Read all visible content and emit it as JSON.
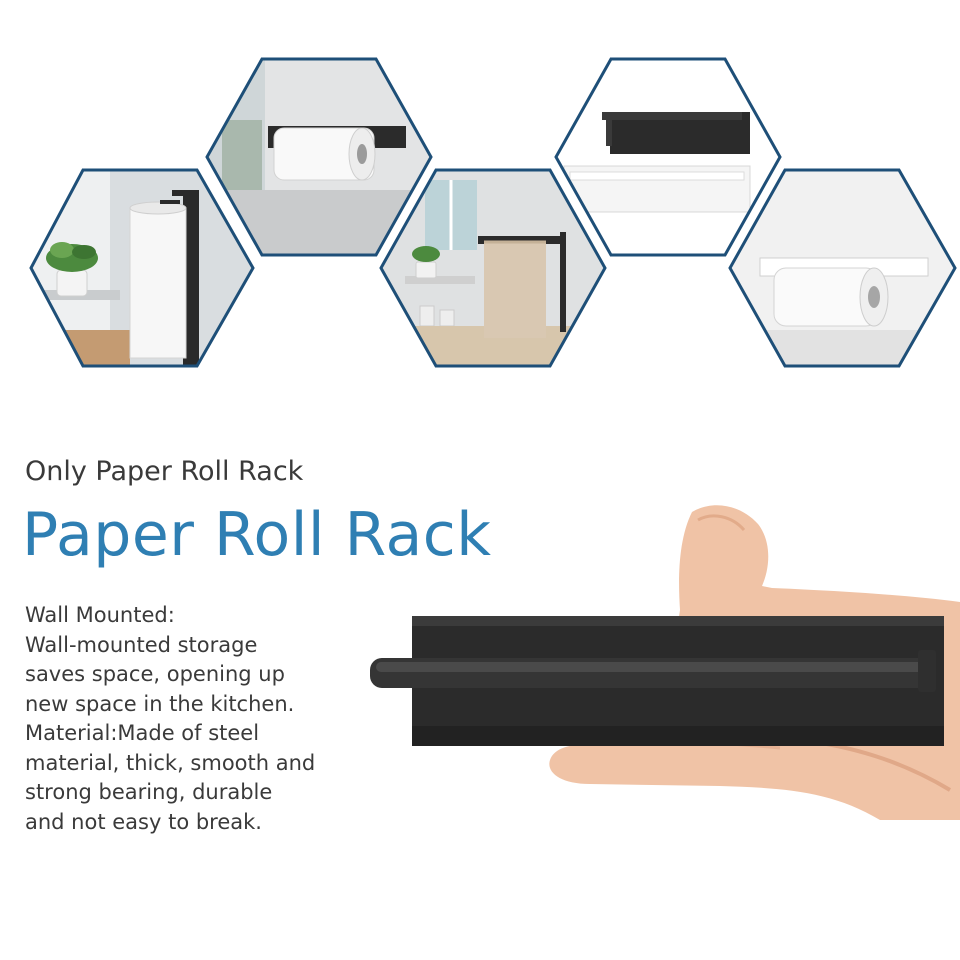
{
  "gallery": {
    "items": [
      {
        "scene": "vertical-roll-holder-bathroom"
      },
      {
        "scene": "horizontal-roll-holder-wall"
      },
      {
        "scene": "towel-bar-kitchen"
      },
      {
        "scene": "black-and-white-variants"
      },
      {
        "scene": "white-roll-holder"
      }
    ],
    "frame_color": "#1e4f78"
  },
  "heading": {
    "subtitle": "Only Paper Roll Rack",
    "title": "Paper Roll Rack"
  },
  "description": {
    "lines": [
      "Wall Mounted:",
      "Wall-mounted storage",
      "saves space, opening up",
      "new space in the kitchen.",
      "Material:Made of steel",
      "material, thick, smooth and",
      "strong bearing, durable",
      "and not easy to break."
    ]
  },
  "colors": {
    "title": "#2f7fb3",
    "body_text": "#3a3a3a",
    "rack": "#2b2b2b"
  }
}
